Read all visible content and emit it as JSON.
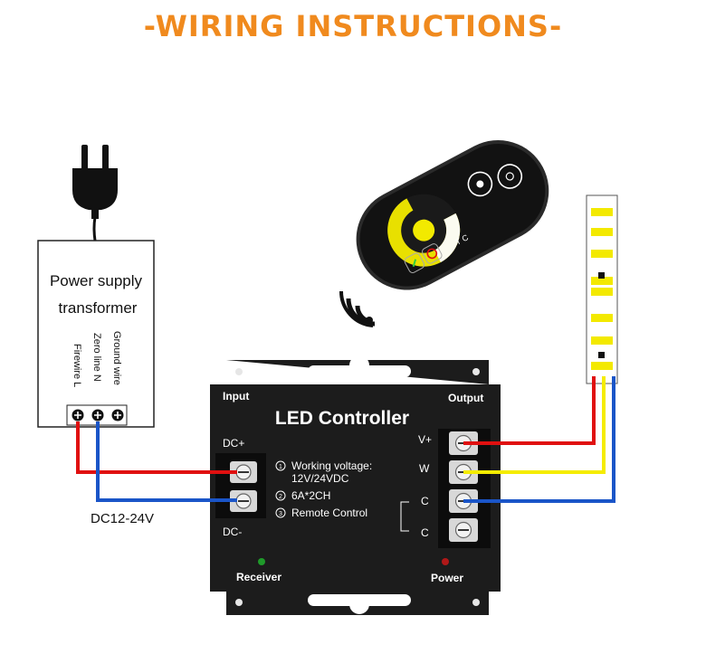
{
  "title": "-WIRING INSTRUCTIONS-",
  "power_supply": {
    "line1": "Power supply",
    "line2": "transformer",
    "terminals": [
      "Firewire L",
      "Zero line N",
      "Ground wire"
    ]
  },
  "controller": {
    "title": "LED Controller",
    "input_label": "Input",
    "output_label": "Output",
    "dc_plus": "DC+",
    "dc_minus": "DC-",
    "specs": [
      {
        "num": "1",
        "line1": "Working voltage:",
        "line2": "12V/24VDC"
      },
      {
        "num": "2",
        "line1": "6A*2CH",
        "line2": ""
      },
      {
        "num": "3",
        "line1": "Remote Control",
        "line2": ""
      }
    ],
    "outputs": [
      "V+",
      "W",
      "C",
      "C"
    ],
    "receiver_label": "Receiver",
    "power_label": "Power"
  },
  "voltage_label": "DC12-24V",
  "remote": {
    "symbols": [
      "T",
      "C"
    ]
  },
  "colors": {
    "title": "#f08a1e",
    "wire_positive": "#e01010",
    "wire_negative": "#1a55c8",
    "wire_white": "#f5ec00",
    "controller_body": "#1c1c1c"
  }
}
